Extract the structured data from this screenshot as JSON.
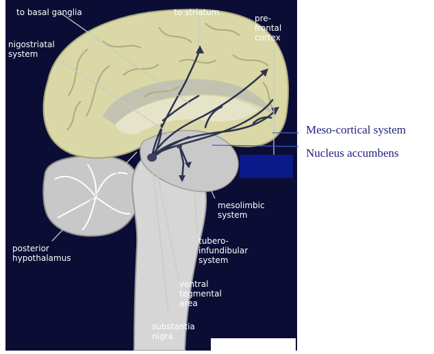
{
  "diagram": {
    "labels": {
      "to_basal_ganglia": "to basal ganglia",
      "to_striatum": "to striatum",
      "prefrontal_cortex": "pre-\nfrontal\ncortex",
      "nigostriatal_system": "nigostriatal\nsystem",
      "mesolimbic_system": "mesolimbic\nsystem",
      "tuberoinfundibular_system": "tubero-\ninfundibular\nsystem",
      "posterior_hypothalamus": "posterior\nhypothalamus",
      "ventral_tegmental_area": "ventral\ntegmental\narea",
      "substantia_nigra": "substantia\nnigra"
    },
    "annotations": {
      "meso_cortical_system": "Meso-cortical system",
      "nucleus_accumbens": "Nucleus accumbens"
    },
    "colors": {
      "background": "#0b0d35",
      "brain_cortex": "#d9d8a6",
      "brain_gray": "#c6c6c6",
      "pathway": "#2e3450",
      "annotation_text": "#1f1f7a",
      "annotation_line": "#3b5fbf",
      "box_blue": "#0a1a8a"
    }
  }
}
